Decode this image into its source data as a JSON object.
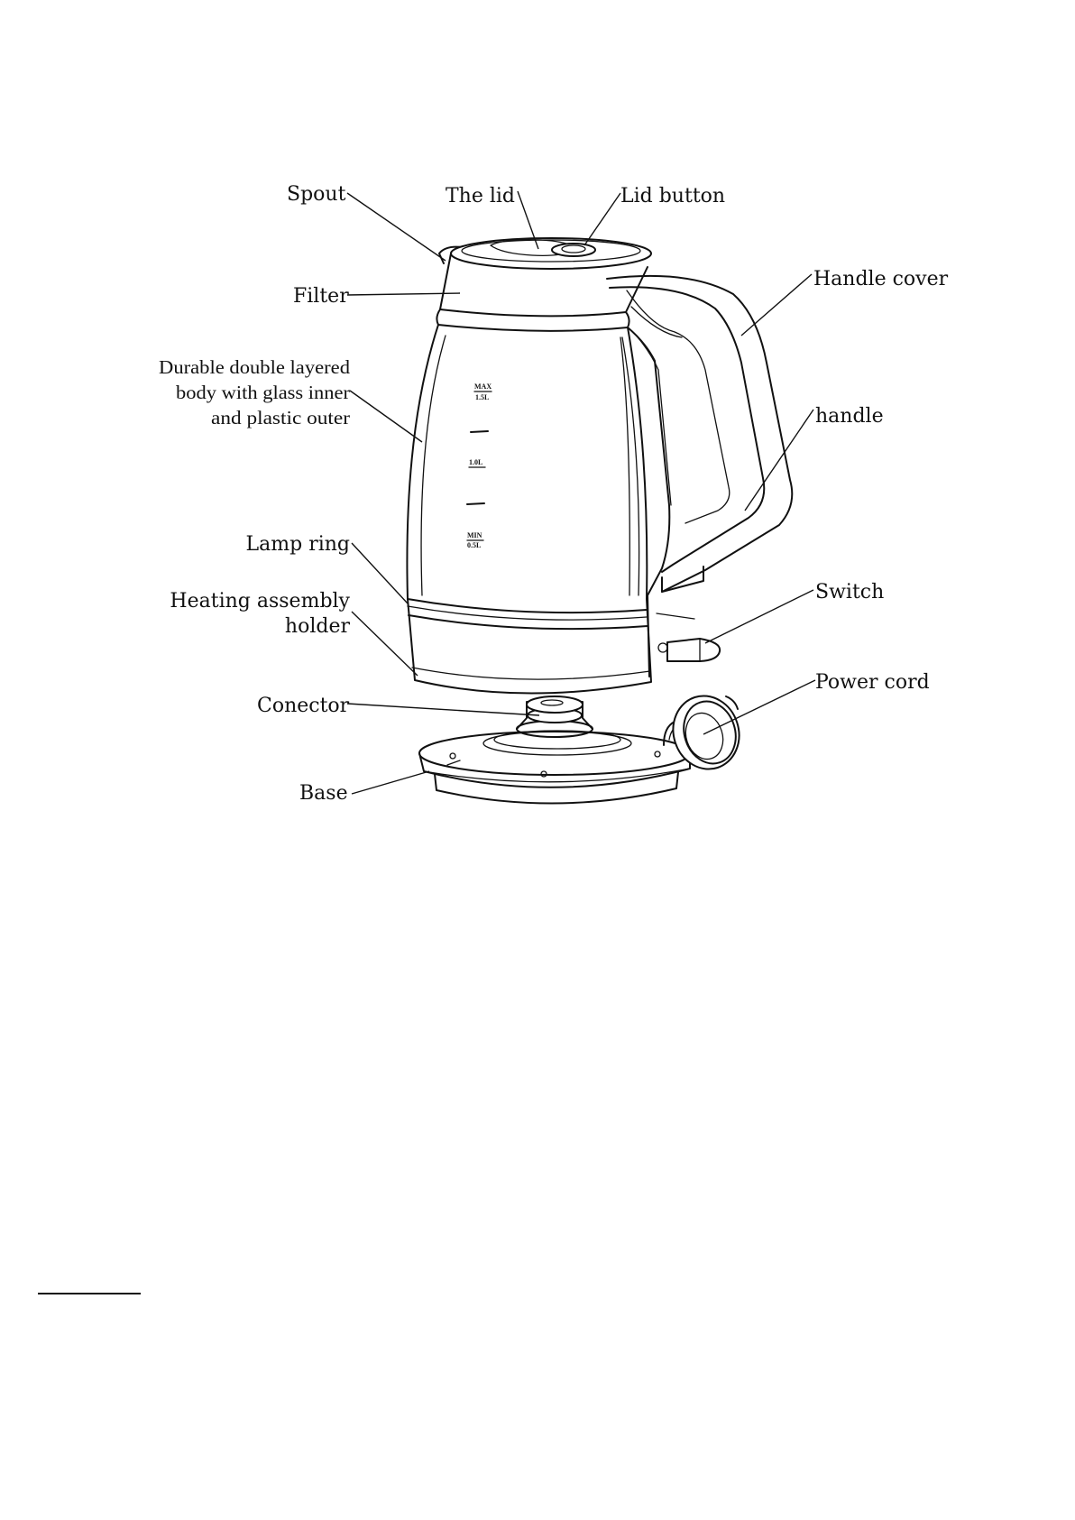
{
  "labels": {
    "spout": "Spout",
    "lid": "The lid",
    "lid_button": "Lid button",
    "handle_cover": "Handle cover",
    "filter": "Filter",
    "body_line1": "Durable double layered",
    "body_line2": "body with glass inner",
    "body_line3": "and plastic outer",
    "handle": "handle",
    "lamp_ring": "Lamp ring",
    "heating_line1": "Heating assembly",
    "heating_line2": "holder",
    "switch": "Switch",
    "power_cord": "Power cord",
    "connector": "Conector",
    "base": "Base"
  },
  "markings": {
    "max": "MAX",
    "max_vol": "1.5L",
    "mid_vol": "1.0L",
    "min": "MIN",
    "min_vol": "0.5L"
  }
}
